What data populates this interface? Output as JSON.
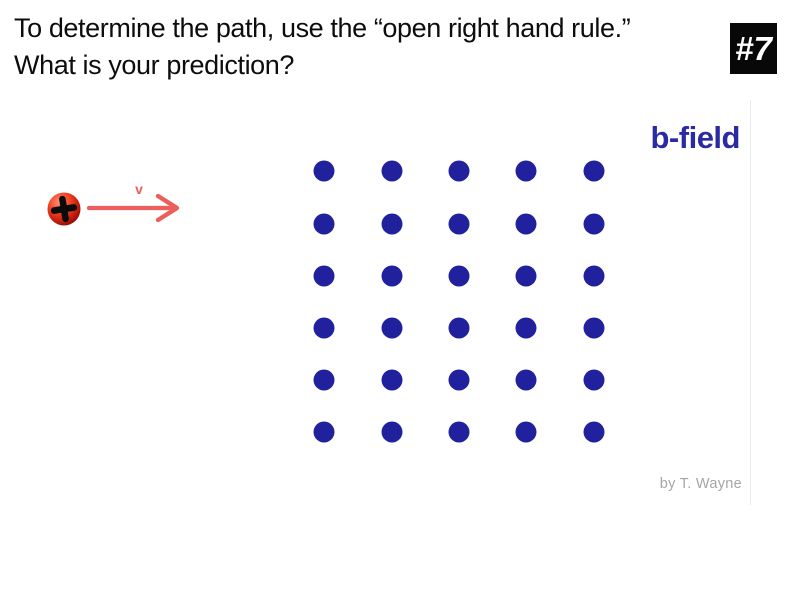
{
  "slide": {
    "title_line1": "To determine the path, use the “open right hand rule.”",
    "title_line2": "What is your prediction?",
    "slide_number": "#7",
    "attribution": "by T. Wayne"
  },
  "diagram": {
    "field_label": "b-field",
    "velocity_label": "v",
    "charge_symbol": "+",
    "dot_grid": {
      "columns_x": [
        324,
        392,
        459,
        526,
        594
      ],
      "rows_y": [
        171,
        224,
        276,
        328,
        380,
        432
      ],
      "dot_radius": 10.5
    },
    "colors": {
      "title_black": "#0d0d0d",
      "badge_bg": "#080808",
      "badge_text": "#ffffff",
      "field_label_blue": "#2a2aa4",
      "dot_blue": "#21219e",
      "arrow_red": "#ec5f5c",
      "charge_red_bright": "#ff9278",
      "charge_red_mid": "#f23c1e",
      "charge_red_dark": "#8f0400",
      "plus_black": "#0b0b0b",
      "attribution_gray": "#a6a6a6"
    }
  }
}
